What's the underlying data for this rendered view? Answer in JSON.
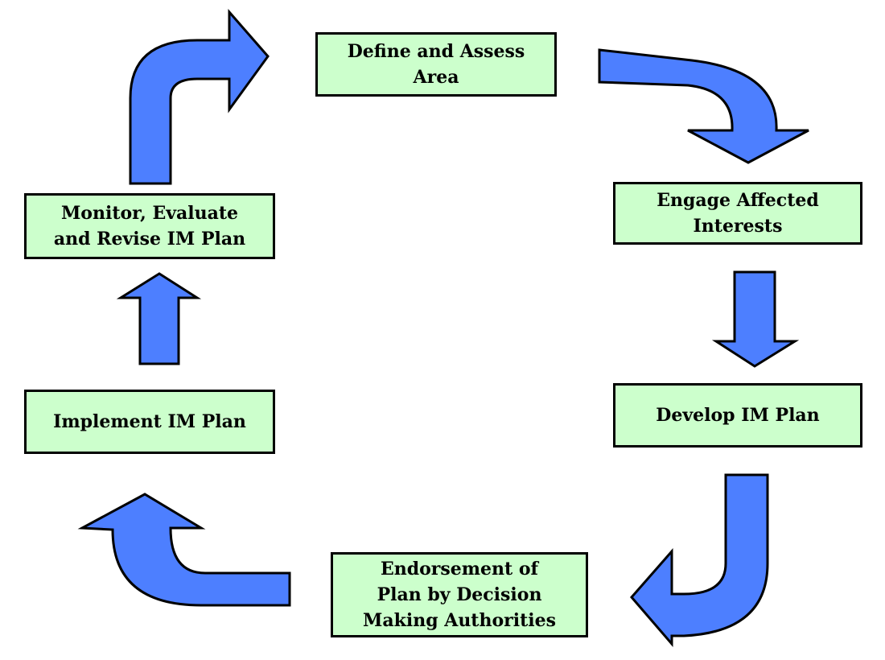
{
  "colors": {
    "box_fill": "#ccffcc",
    "box_border": "#000000",
    "arrow_fill": "#4d7fff",
    "arrow_stroke": "#000000",
    "text": "#000000"
  },
  "steps": [
    {
      "lines": [
        "Define and Assess",
        "Area"
      ]
    },
    {
      "lines": [
        "Engage Affected",
        "Interests"
      ]
    },
    {
      "lines": [
        "Develop IM Plan"
      ]
    },
    {
      "lines": [
        "Endorsement of",
        "Plan by Decision",
        "Making Authorities"
      ]
    },
    {
      "lines": [
        "Implement IM Plan"
      ]
    },
    {
      "lines": [
        "Monitor, Evaluate",
        "and Revise IM Plan"
      ]
    }
  ],
  "arrows": [
    {
      "from": "Define and Assess Area",
      "to": "Engage Affected Interests",
      "shape": "curved",
      "icon": "curved-arrow-down-right-icon"
    },
    {
      "from": "Engage Affected Interests",
      "to": "Develop IM Plan",
      "shape": "straight",
      "icon": "arrow-down-icon"
    },
    {
      "from": "Develop IM Plan",
      "to": "Endorsement of Plan by Decision Making Authorities",
      "shape": "curved",
      "icon": "curved-arrow-down-left-icon"
    },
    {
      "from": "Endorsement of Plan by Decision Making Authorities",
      "to": "Implement IM Plan",
      "shape": "curved",
      "icon": "curved-arrow-left-up-icon"
    },
    {
      "from": "Implement IM Plan",
      "to": "Monitor, Evaluate and Revise IM Plan",
      "shape": "straight",
      "icon": "arrow-up-icon"
    },
    {
      "from": "Monitor, Evaluate and Revise IM Plan",
      "to": "Define and Assess Area",
      "shape": "curved",
      "icon": "curved-arrow-up-right-icon"
    }
  ]
}
